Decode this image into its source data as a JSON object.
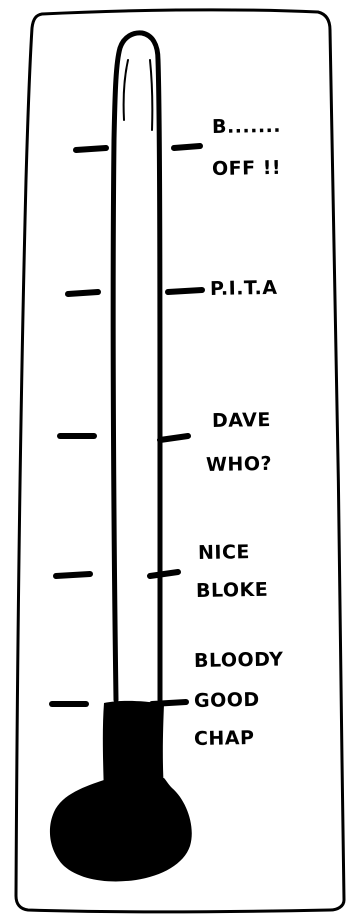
{
  "colors": {
    "ink": "#000000",
    "paper": "#ffffff"
  },
  "thermometer": {
    "scale_labels": [
      {
        "lines": [
          "B.......",
          "OFF !!"
        ]
      },
      {
        "lines": [
          "P.I.T.A"
        ]
      },
      {
        "lines": [
          "DAVE",
          "WHO?"
        ]
      },
      {
        "lines": [
          "NICE",
          "BLOKE"
        ]
      },
      {
        "lines": [
          "BLOODY",
          "GOOD",
          "CHAP"
        ]
      }
    ],
    "mercury_level": "BLOODY GOOD CHAP",
    "tick_count": 5
  }
}
